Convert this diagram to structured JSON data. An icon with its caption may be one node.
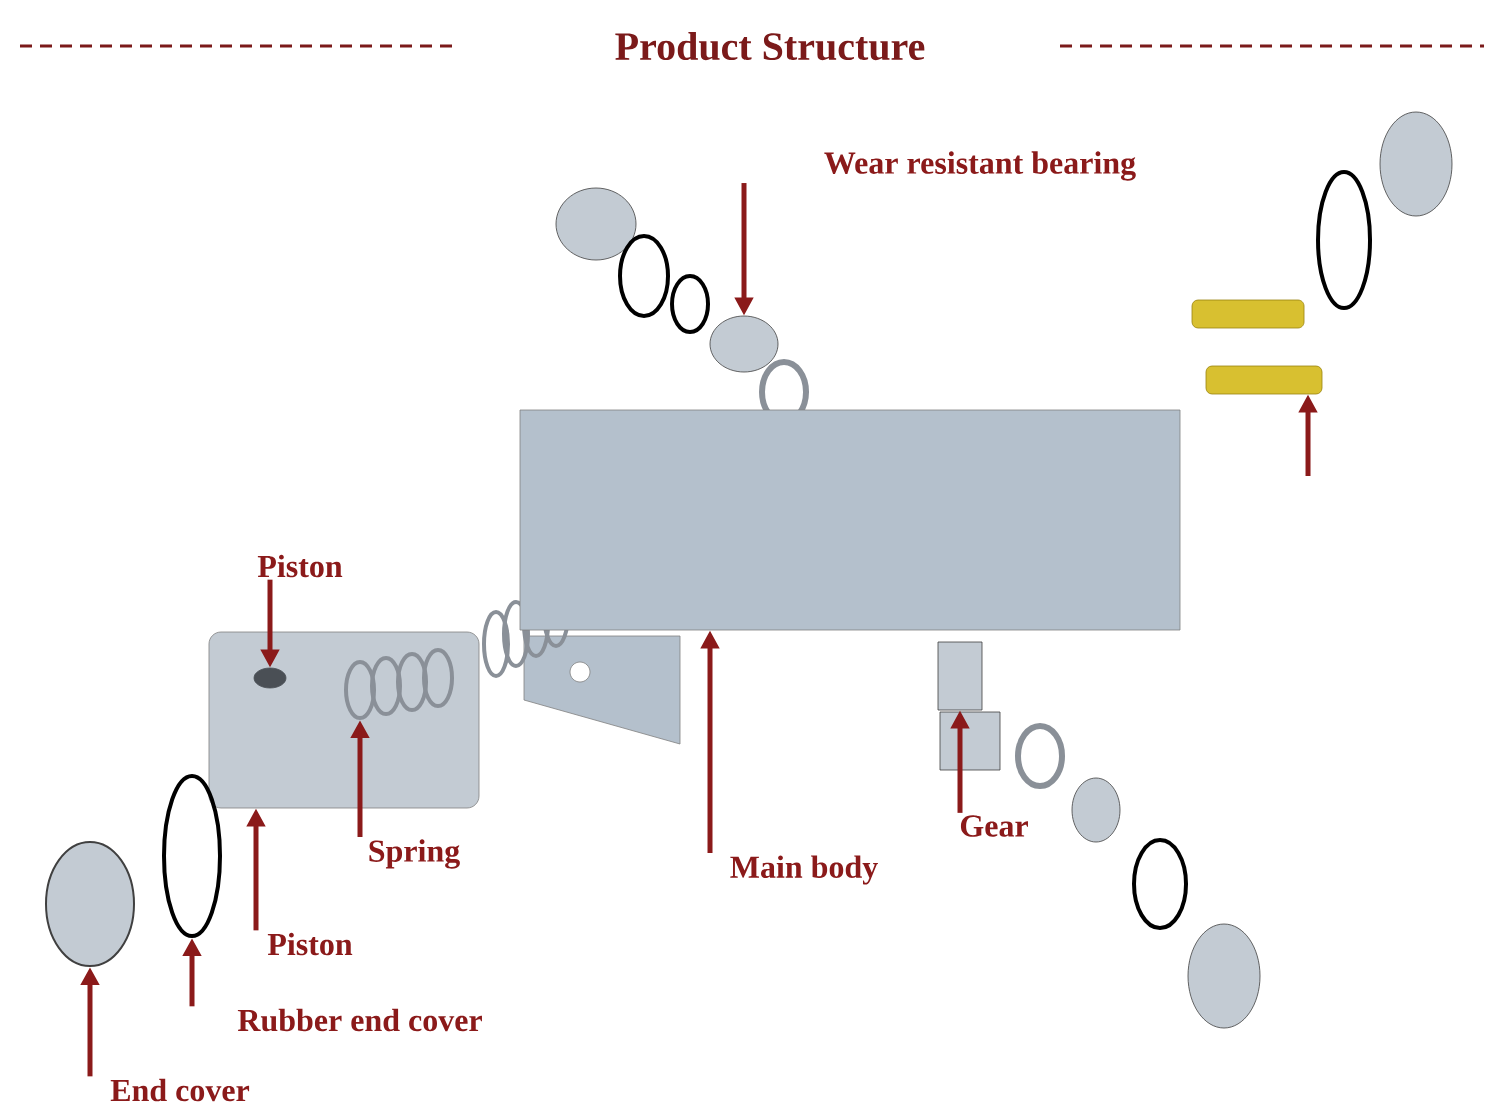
{
  "diagram": {
    "title": "Product Structure",
    "nodes": [
      {
        "text": [
          "Wear resistant bearing"
        ]
      },
      {
        "text": [],
        "shape": "circle"
      },
      {
        "text": [],
        "shape": "box"
      },
      {
        "text": [],
        "shape": "box"
      },
      {
        "text": [
          "Piston"
        ]
      },
      {
        "text": [],
        "shape": "box"
      },
      {
        "text": [],
        "shape": "circle",
        "in": 5
      },
      {
        "text": [],
        "shape": "circle",
        "in": 5
      },
      {
        "text": [],
        "shape": "box"
      },
      {
        "text": [],
        "shape": "circle"
      },
      {
        "text": [],
        "shape": "circle"
      },
      {
        "text": [
          "Spring"
        ]
      },
      {
        "text": [
          "Piston"
        ]
      },
      {
        "text": [
          "Main body"
        ]
      },
      {
        "text": [
          "Gear"
        ]
      },
      {
        "text": [
          "Rubber end cover"
        ]
      },
      {
        "text": [
          "End cover"
        ]
      }
    ],
    "edges": [
      {
        "from": 0,
        "to": 1,
        "arrow": "to"
      },
      {
        "from": null,
        "to": 2,
        "arrow": "to"
      },
      {
        "from": 4,
        "to": 6,
        "arrow": "to"
      },
      {
        "from": 11,
        "to": 7,
        "arrow": "to"
      },
      {
        "from": 12,
        "to": 5,
        "arrow": "to"
      },
      {
        "from": 13,
        "to": 3,
        "arrow": "to"
      },
      {
        "from": 14,
        "to": 8,
        "arrow": "to"
      },
      {
        "from": 15,
        "to": 10,
        "arrow": "to"
      },
      {
        "from": 16,
        "to": 9,
        "arrow": "to"
      }
    ]
  }
}
